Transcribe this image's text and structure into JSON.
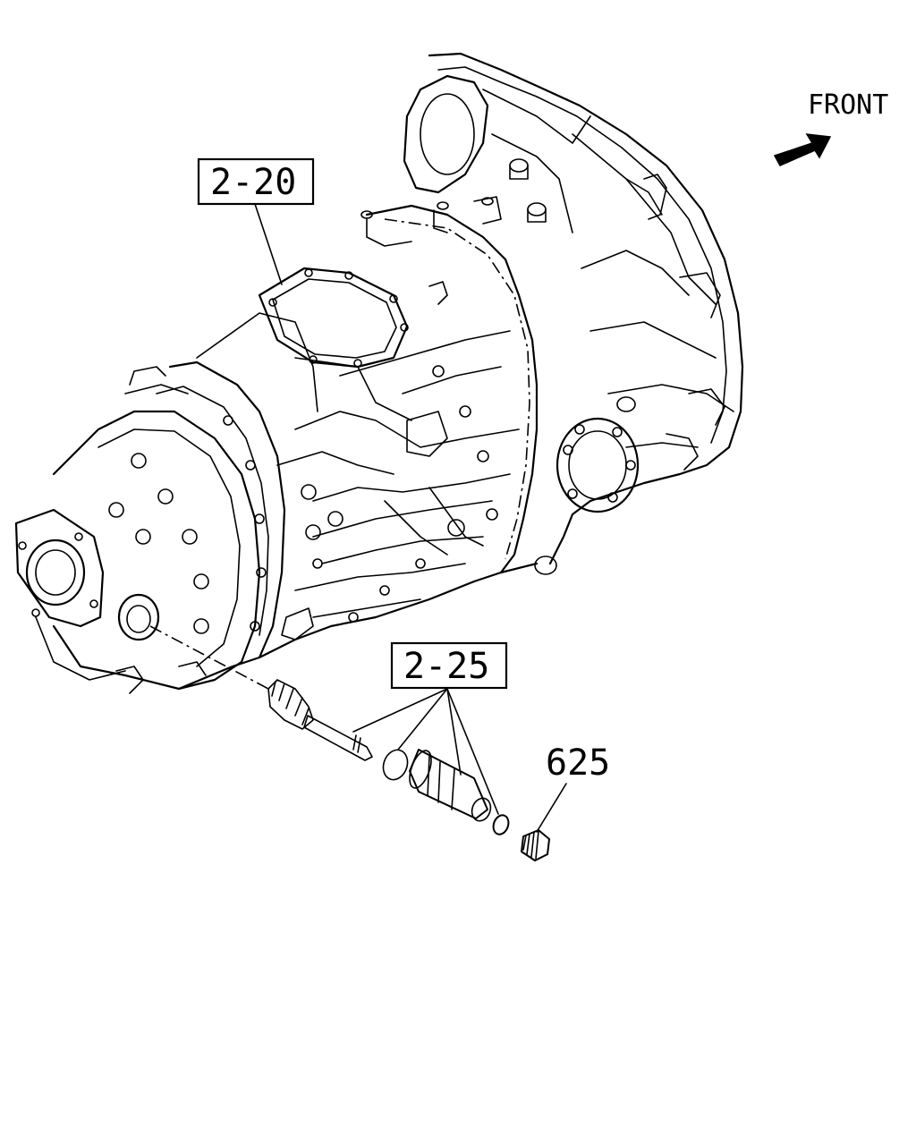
{
  "orientation": {
    "label": "FRONT",
    "icon": "arrow-right-up-icon"
  },
  "callouts": {
    "transmission_assembly": "2-20",
    "speedometer_drive": "2-25",
    "cap": "625"
  },
  "colors": {
    "line": "#000000",
    "background": "#ffffff"
  }
}
